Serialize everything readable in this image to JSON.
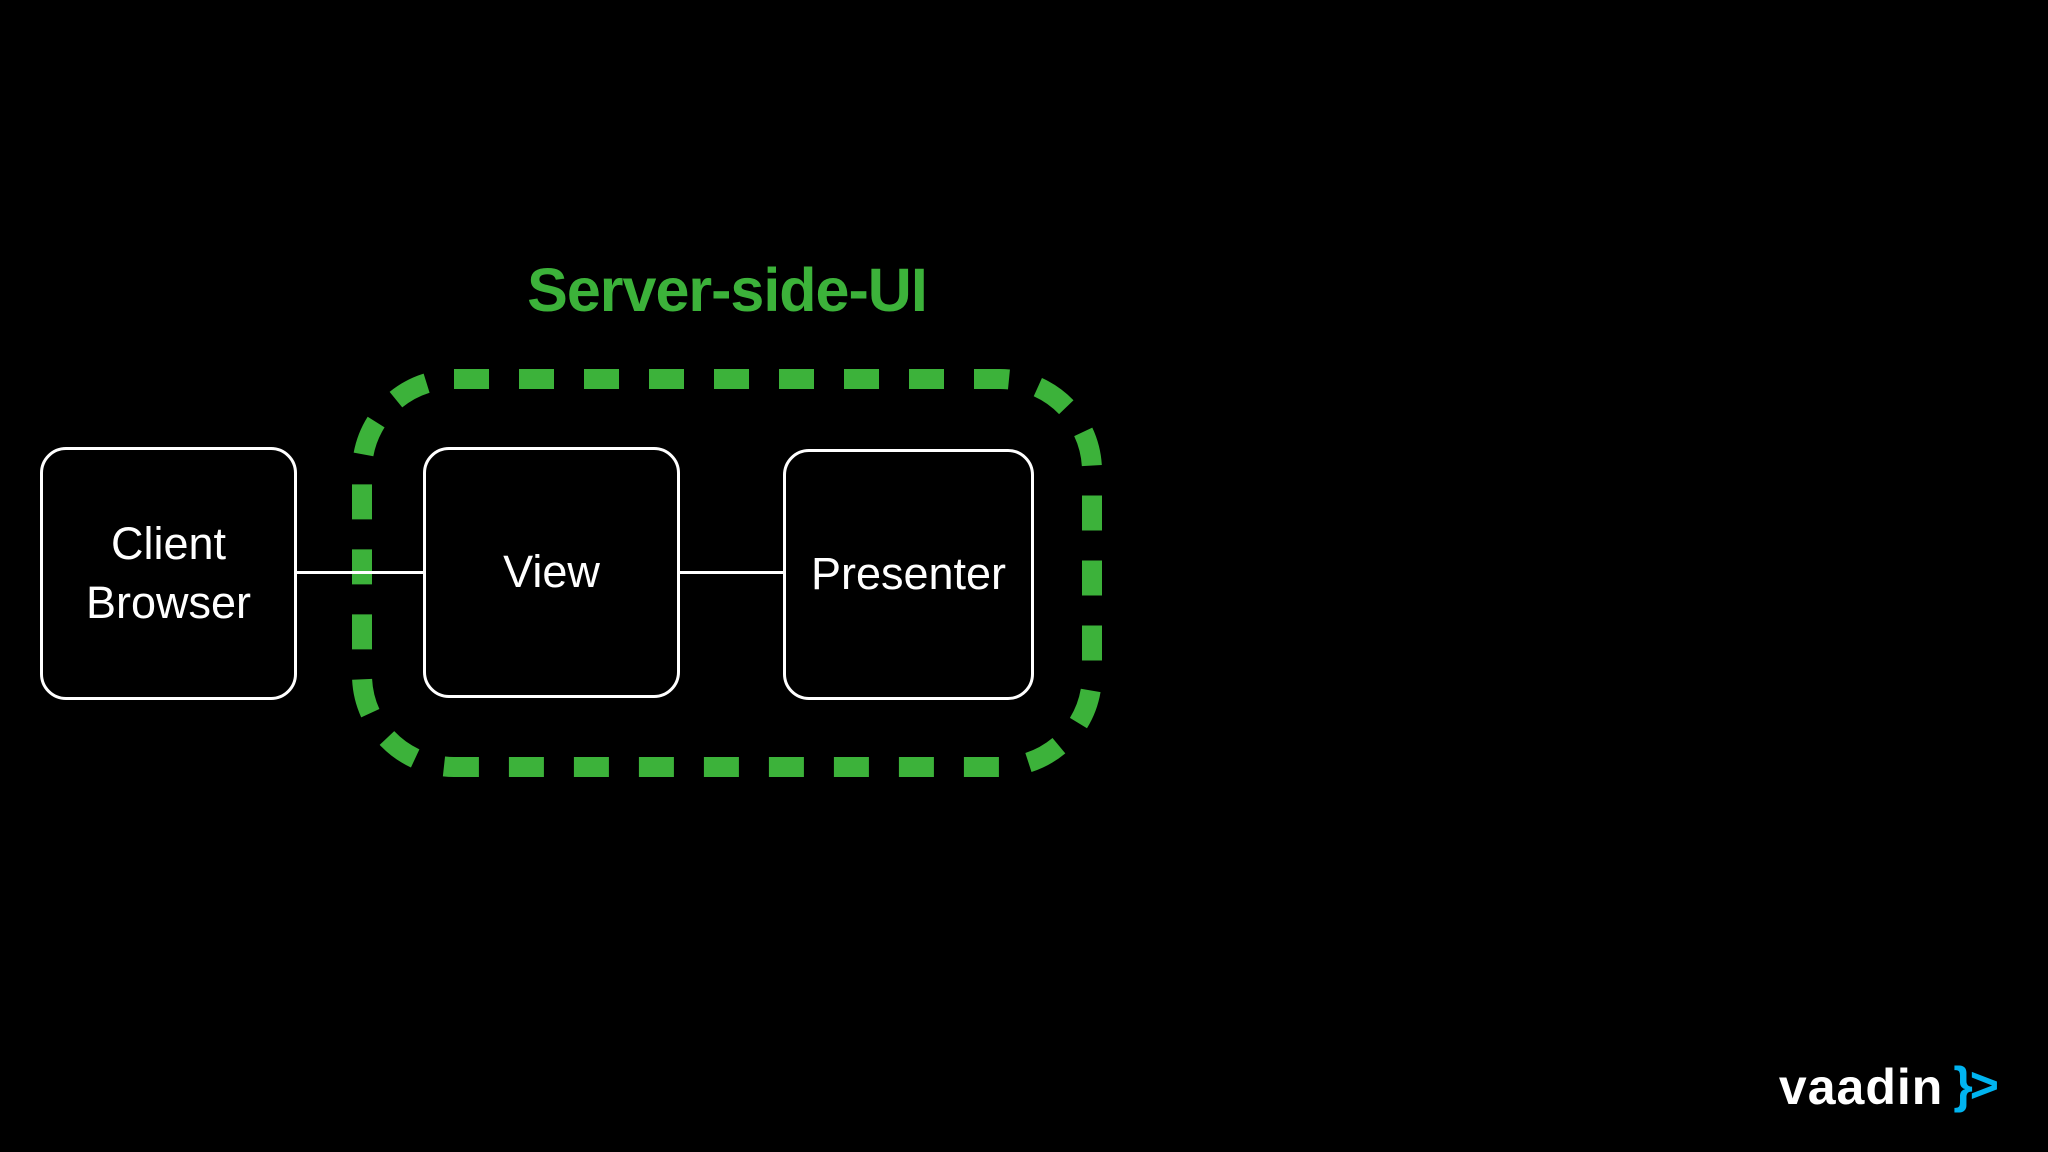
{
  "colors": {
    "background": "#000000",
    "green": "#3cb23a",
    "box_border": "#ffffff",
    "box_text": "#ffffff",
    "logo_white": "#ffffff",
    "logo_blue": "#00b4f0"
  },
  "diagram": {
    "group": {
      "label": "Server-side-UI",
      "style": "dashed-green-rounded-rectangle",
      "contains": [
        "View",
        "Presenter"
      ]
    },
    "nodes": [
      {
        "id": "client-browser",
        "label": "Client Browser",
        "inside_group": false
      },
      {
        "id": "view",
        "label": "View",
        "inside_group": true
      },
      {
        "id": "presenter",
        "label": "Presenter",
        "inside_group": true
      }
    ],
    "connections": [
      {
        "from": "client-browser",
        "to": "view"
      },
      {
        "from": "view",
        "to": "presenter"
      }
    ]
  },
  "logo": {
    "wordmark": "vaadin",
    "symbol": "}>"
  }
}
